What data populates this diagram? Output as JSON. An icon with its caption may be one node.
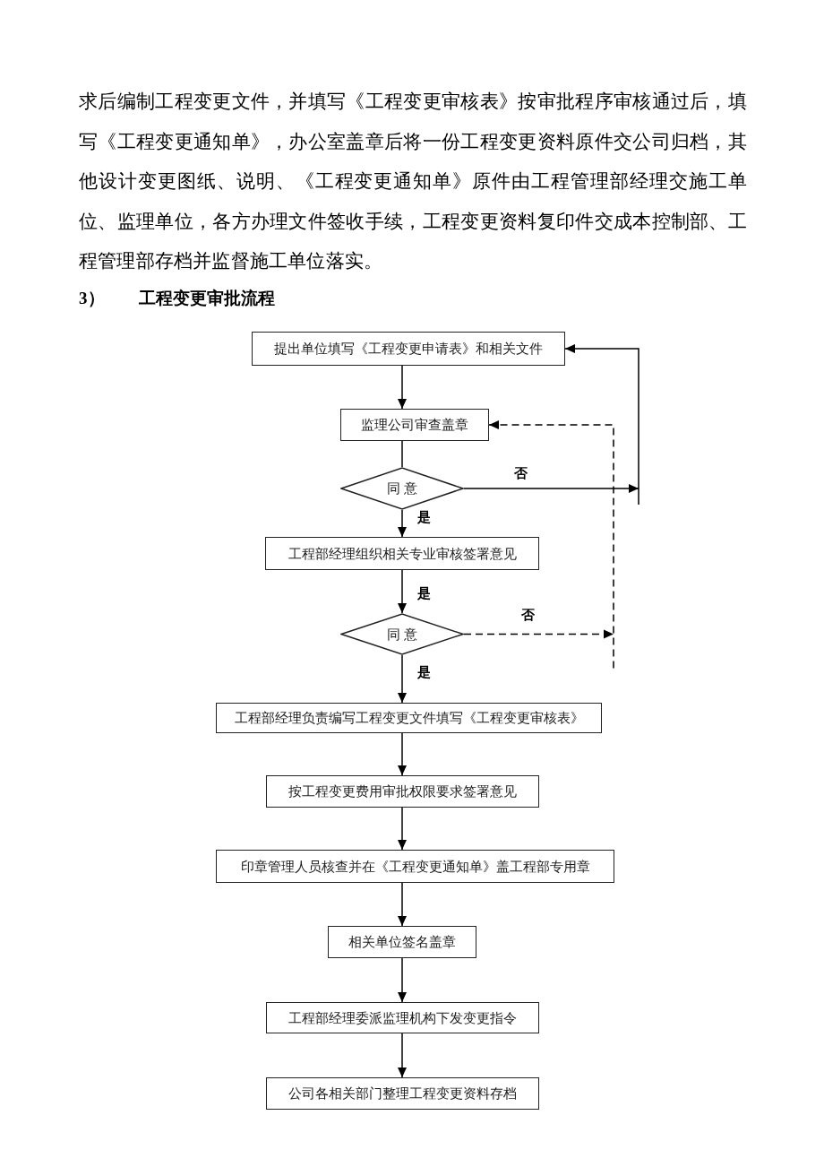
{
  "diagram": {
    "title": "工程变更审批流程",
    "nodes": [
      {
        "text": [
          "提出单位填写《工程变更申请表》和相关文件"
        ]
      },
      {
        "text": [
          "监理公司审查盖章"
        ]
      },
      {
        "text": [
          "同 意"
        ]
      },
      {
        "text": [
          "工程部经理组织相关专业审核签署意见"
        ]
      },
      {
        "text": [
          "同 意"
        ]
      },
      {
        "text": [
          "工程部经理负责编写工程变更文件填写《工程变更审核表》"
        ]
      },
      {
        "text": [
          "按工程变更费用审批权限要求签署意见"
        ]
      },
      {
        "text": [
          "印章管理人员核查并在《工程变更通知单》盖工程部专用章"
        ]
      },
      {
        "text": [
          "相关单位签名盖章"
        ]
      },
      {
        "text": [
          "工程部经理委派监理机构下发变更指令"
        ]
      },
      {
        "text": [
          "公司各相关部门整理工程变更资料存档"
        ]
      }
    ],
    "edges": [
      {
        "from": 0,
        "to": 1,
        "arrow": "to"
      },
      {
        "from": 1,
        "to": 2,
        "arrow": "none"
      },
      {
        "from": 2,
        "to": 3,
        "arrow": "to",
        "label": "是"
      },
      {
        "from": 2,
        "to": 0,
        "arrow": "to",
        "label": "否"
      },
      {
        "from": 3,
        "to": 4,
        "arrow": "to",
        "label": "是"
      },
      {
        "from": 4,
        "to": 1,
        "arrow": "to",
        "label": "否",
        "style": "dashed"
      },
      {
        "from": 4,
        "to": 5,
        "arrow": "to",
        "label": "是"
      },
      {
        "from": 5,
        "to": 6,
        "arrow": "to"
      },
      {
        "from": 6,
        "to": 7,
        "arrow": "to"
      },
      {
        "from": 7,
        "to": 8,
        "arrow": "to"
      },
      {
        "from": 8,
        "to": 9,
        "arrow": "to"
      },
      {
        "from": 9,
        "to": 10,
        "arrow": "to"
      }
    ],
    "labels": [
      "求后编制工程变更文件，并填写《工程变更审核表》按审批程序审核通过后，填写《工程变更通知单》，办公室盖章后将一份工程变更资料原件交公司归档，其他设计变更图纸、说明、《工程变更通知单》原件由工程管理部经理交施工单位、监理单位，各方办理文件签收手续，工程变更资料复印件交成本控制部、工程管理部存档并监督施工单位落实。",
      "3）"
    ]
  }
}
